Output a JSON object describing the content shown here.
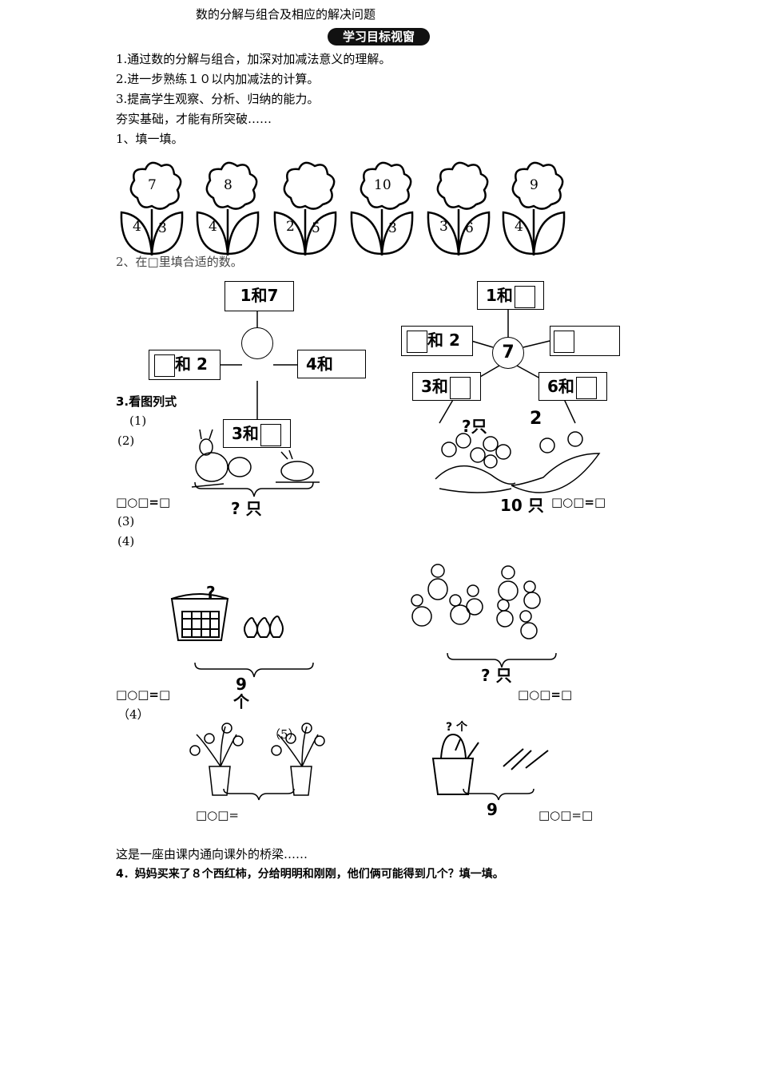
{
  "title": "数的分解与组合及相应的解决问题",
  "banner": "学习目标视窗",
  "goals": [
    "1.通过数的分解与组合，加深对加减法意义的理解。",
    "2.进一步熟练１０以内加减法的计算。",
    "3.提高学生观察、分析、归纳的能力。"
  ],
  "section_intro": "夯实基础，才能有所突破……",
  "q1_label": "1、填一填。",
  "flowers": [
    {
      "top": "7",
      "left": "4",
      "right": "3"
    },
    {
      "top": "8",
      "left": "4",
      "right": ""
    },
    {
      "top": "",
      "left": "2",
      "right": "5"
    },
    {
      "top": "10",
      "left": "",
      "right": "3"
    },
    {
      "top": "",
      "left": "3",
      "right": "6"
    },
    {
      "top": "9",
      "left": "4",
      "right": ""
    }
  ],
  "q2_label": "2、在□里填合适的数。",
  "tree1": {
    "top": "1和7",
    "center": "",
    "left": "和 2",
    "right": "4和",
    "bottom": "3和"
  },
  "tree2": {
    "top": "1和",
    "center": "7",
    "left": "和 2",
    "right": "",
    "bottom_left": "3和",
    "bottom_right": "6和"
  },
  "q3_label": "3.看图列式",
  "q3_items": {
    "n1": "(1)",
    "n2": "(2)",
    "n3": "(3)",
    "n4a": "(4)",
    "n4b": "（4）",
    "n5": "（5）"
  },
  "equation": "□○□=□",
  "equation_short": "□○□=",
  "labels": {
    "rabbits_q": "? 只",
    "monkeys_q": "?只",
    "monkeys_two": "2",
    "monkeys_total": "10 只",
    "basket_q": "?",
    "basket_total": "9 个",
    "chicks_q": "? 只",
    "veg_q": "? 个",
    "veg_total": "9"
  },
  "bridge_text": "这是一座由课内通向课外的桥梁……",
  "q4_text": "4．妈妈买来了８个西红柿，分给明明和刚刚，他们俩可能得到几个？填一填。"
}
